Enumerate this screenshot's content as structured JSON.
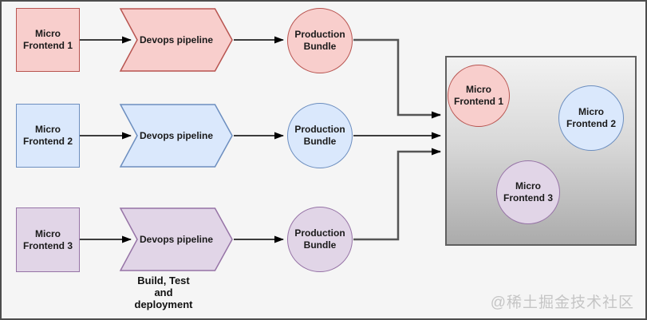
{
  "colors": {
    "background": "#f5f5f5",
    "frame_border": "#4d4d4d",
    "red_fill": "#f8cecc",
    "red_stroke": "#b85450",
    "blue_fill": "#dae8fc",
    "blue_stroke": "#6c8ebf",
    "purple_fill": "#e1d5e7",
    "purple_stroke": "#9673a6",
    "container_gradient_top": "#f2f2f2",
    "container_gradient_bottom": "#ababab",
    "connector": "#000000"
  },
  "rows": [
    {
      "source_label": "Micro Frontend 1",
      "pipeline_label": "Devops pipeline",
      "bundle_label": "Production Bundle",
      "theme": "red"
    },
    {
      "source_label": "Micro Frontend 2",
      "pipeline_label": "Devops pipeline",
      "bundle_label": "Production Bundle",
      "theme": "blue"
    },
    {
      "source_label": "Micro Frontend 3",
      "pipeline_label": "Devops pipeline",
      "bundle_label": "Production Bundle",
      "theme": "purple"
    }
  ],
  "pipeline_caption_lines": [
    "Build, Test",
    "and",
    "deployment"
  ],
  "container": {
    "circles": [
      {
        "label": "Micro Frontend 1",
        "theme": "red"
      },
      {
        "label": "Micro Frontend 2",
        "theme": "blue"
      },
      {
        "label": "Micro Frontend 3",
        "theme": "purple"
      }
    ]
  },
  "watermark": "@稀土掘金技术社区"
}
